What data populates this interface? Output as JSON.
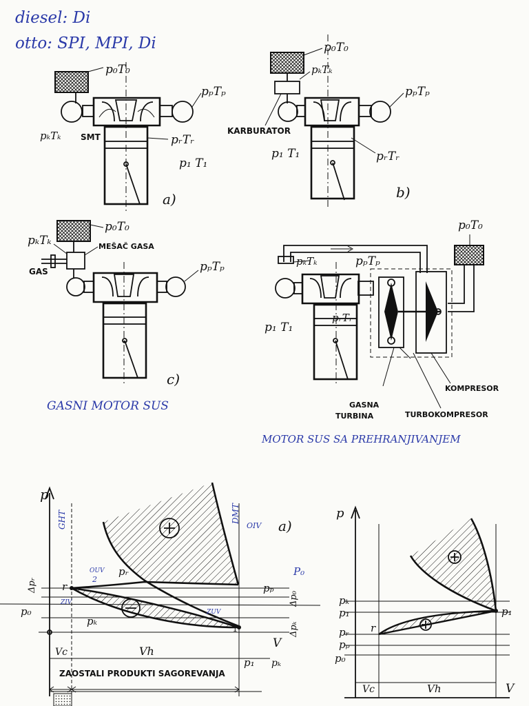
{
  "notes": {
    "line1": "diesel: Di",
    "line2": "otto: SPI, MPI, Di",
    "gas_engine": "GASNI MOTOR SUS",
    "supercharged": "MOTOR SUS SA PREHRANJIVANJEM"
  },
  "panel_a": {
    "p0t0": "p₀T₀",
    "pptp": "pₚTₚ",
    "pktk": "pₖTₖ",
    "smt": "SMT",
    "prtr": "pᵣTᵣ",
    "p1t1": "p₁ T₁",
    "label": "a)"
  },
  "panel_b": {
    "p0t0": "p₀T₀",
    "pktk": "pₖTₖ",
    "pptp": "pₚTₚ",
    "karburator": "KARBURATOR",
    "p1t1": "p₁ T₁",
    "prtr": "pᵣTᵣ",
    "label": "b)"
  },
  "panel_c": {
    "p0t0": "p₀T₀",
    "pktk": "pₖTₖ",
    "mesac": "MEŠAČ GASA",
    "gas": "GAS",
    "pptp": "pₚTₚ",
    "label": "c)"
  },
  "panel_d": {
    "p0t0": "p₀T₀",
    "pktk": "pₖTₖ",
    "pptp": "pₚTₚ",
    "prtr": "pᵣTᵣ",
    "p1t1": "p₁ T₁",
    "kompresor": "KOMPRESOR",
    "gasna": "GASNA",
    "turbina": "TURBINA",
    "turbokompresor": "TURBOKOMPRESOR"
  },
  "pv_left": {
    "p_axis": "p",
    "ght": "GHT",
    "dmt": "DMT",
    "label": "a)",
    "dp_r": "Δpᵣ",
    "pr": "pᵣ",
    "r": "r",
    "ouv": "OUV",
    "two": "2",
    "ziv": "ZIV",
    "pp": "pₚ",
    "p0_blue": "P₀",
    "dp0": "Δp₀",
    "p0_left": "p₀",
    "pk": "pₖ",
    "zuv": "ZUV",
    "one": "1",
    "dpk": "Δpₖ",
    "V": "V",
    "p1": "p₁",
    "pk2": "pₖ",
    "vc": "Vc",
    "vh": "Vh",
    "oiv": "OIV",
    "residual": "ZAOSTALI PRODUKTI SAGOREVANJA"
  },
  "pv_right": {
    "p_axis": "p",
    "pk": "pₖ",
    "p1": "p₁",
    "pr": "pᵣ",
    "pp": "pₚ",
    "p0": "p₀",
    "r": "r",
    "p1_right": "p₁",
    "vc": "Vc",
    "vh": "Vh",
    "V": "V"
  }
}
